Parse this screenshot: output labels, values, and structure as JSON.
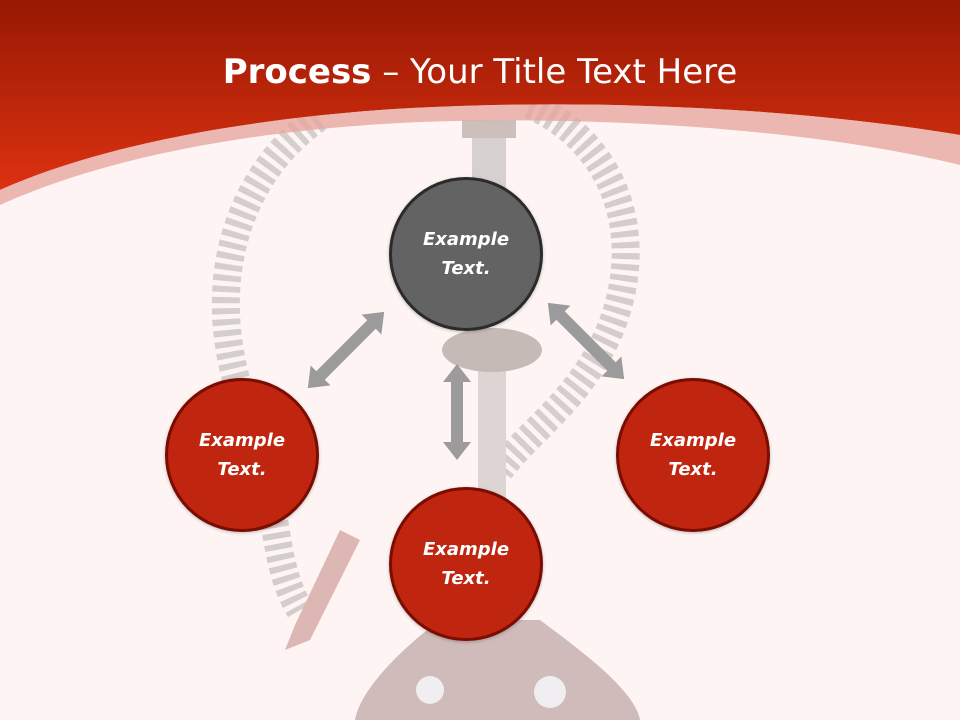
{
  "slide": {
    "title_bold": "Process",
    "title_rest": " – Your Title Text Here",
    "nodes": [
      {
        "id": "top",
        "label": "Example\nText.",
        "color": "#636363"
      },
      {
        "id": "left",
        "label": "Example\nText.",
        "color": "#c0250f"
      },
      {
        "id": "right",
        "label": "Example\nText.",
        "color": "#c0250f"
      },
      {
        "id": "bottom",
        "label": "Example\nText.",
        "color": "#c0250f"
      }
    ],
    "colors": {
      "header_dark": "#9a1a04",
      "header_light": "#e0341a",
      "background": "#fdf4f3",
      "arrow": "#9b9b9b"
    },
    "icons": [
      "hookah-image",
      "double-arrow-icon"
    ]
  }
}
